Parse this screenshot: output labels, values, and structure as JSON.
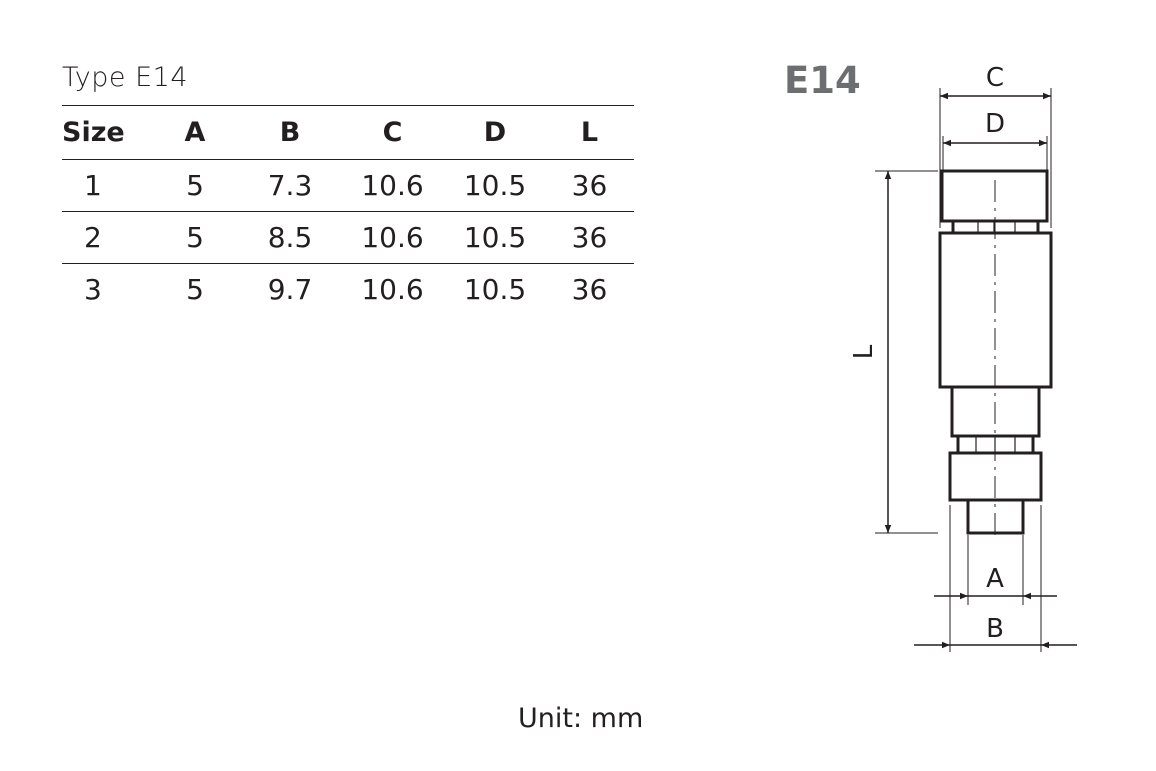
{
  "table": {
    "title": "Type E14",
    "columns": [
      "Size",
      "A",
      "B",
      "C",
      "D",
      "L"
    ],
    "rows": [
      [
        "1",
        "5",
        "7.3",
        "10.6",
        "10.5",
        "36"
      ],
      [
        "2",
        "5",
        "8.5",
        "10.6",
        "10.5",
        "36"
      ],
      [
        "3",
        "5",
        "9.7",
        "10.6",
        "10.5",
        "36"
      ]
    ]
  },
  "drawing": {
    "type_label": "E14",
    "dimension_labels": {
      "c": "C",
      "d": "D",
      "l": "L",
      "a": "A",
      "b": "B"
    },
    "colors": {
      "line": "#231f20",
      "type_label": "#6d6e71"
    }
  },
  "footer": {
    "unit": "Unit: mm"
  }
}
